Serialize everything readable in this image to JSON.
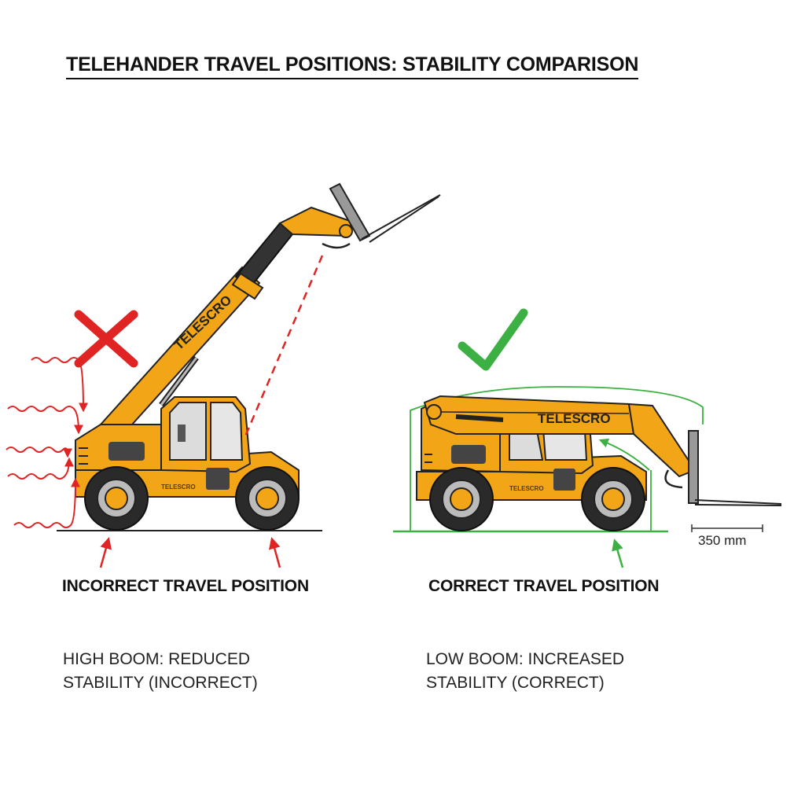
{
  "title": "TELEHANDER TRAVEL POSITIONS: STABILITY COMPARISON",
  "left_panel": {
    "machine_label": "TELESCRO",
    "plate_label": "TELESCRO",
    "caption": "INCORRECT TRAVEL POSITION",
    "description_line1": "HIGH BOOM: REDUCED",
    "description_line2": "STABILITY (INCORRECT)",
    "indicator_icon": "cross-icon",
    "indicator_color": "#e02424"
  },
  "right_panel": {
    "machine_label": "TELESCRO",
    "plate_label": "TELESCRO",
    "caption": "CORRECT TRAVEL POSITION",
    "description_line1": "LOW BOOM: INCREASED",
    "description_line2": "STABILITY (CORRECT)",
    "fork_height": "350 mm",
    "indicator_icon": "check-icon",
    "indicator_color": "#3cb043"
  },
  "colors": {
    "machine_body": "#f2a516",
    "machine_shade": "#d98a0c",
    "danger": "#e02424",
    "safe": "#3cb043"
  }
}
